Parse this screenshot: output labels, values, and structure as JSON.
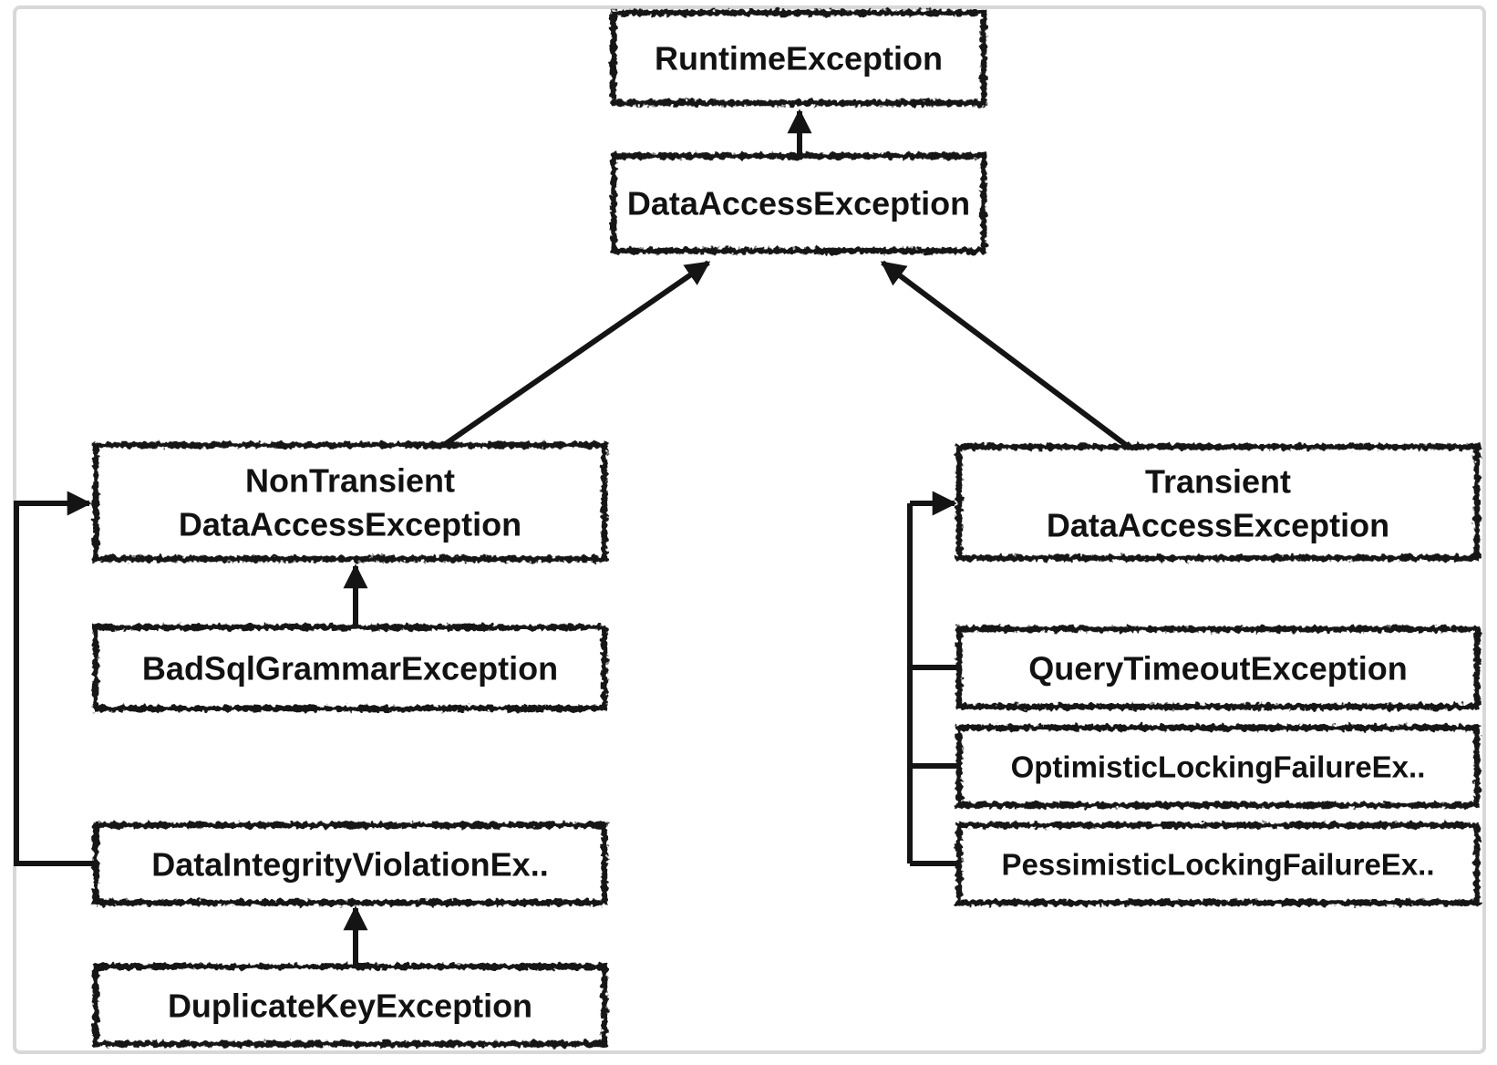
{
  "diagram": {
    "type": "class-inheritance-hierarchy",
    "nodes": {
      "runtime": {
        "label": "RuntimeException"
      },
      "data_access": {
        "label": "DataAccessException"
      },
      "non_transient": {
        "line1": "NonTransient",
        "line2": "DataAccessException"
      },
      "bad_sql": {
        "label": "BadSqlGrammarException"
      },
      "data_integrity": {
        "label": "DataIntegrityViolationEx.."
      },
      "duplicate_key": {
        "label": "DuplicateKeyException"
      },
      "transient": {
        "line1": "Transient",
        "line2": "DataAccessException"
      },
      "query_timeout": {
        "label": "QueryTimeoutException"
      },
      "optimistic_locking": {
        "label": "OptimisticLockingFailureEx.."
      },
      "pessimistic_locking": {
        "label": "PessimisticLockingFailureEx.."
      }
    },
    "edges": [
      {
        "from": "DataAccessException",
        "to": "RuntimeException",
        "type": "extends"
      },
      {
        "from": "NonTransient DataAccessException",
        "to": "DataAccessException",
        "type": "extends"
      },
      {
        "from": "Transient DataAccessException",
        "to": "DataAccessException",
        "type": "extends"
      },
      {
        "from": "BadSqlGrammarException",
        "to": "NonTransient DataAccessException",
        "type": "extends"
      },
      {
        "from": "DataIntegrityViolationEx..",
        "to": "NonTransient DataAccessException",
        "type": "extends"
      },
      {
        "from": "DuplicateKeyException",
        "to": "DataIntegrityViolationEx..",
        "type": "extends"
      },
      {
        "from": "QueryTimeoutException",
        "to": "Transient DataAccessException",
        "type": "extends"
      },
      {
        "from": "OptimisticLockingFailureEx..",
        "to": "Transient DataAccessException",
        "type": "extends"
      },
      {
        "from": "PessimisticLockingFailureEx..",
        "to": "Transient DataAccessException",
        "type": "extends"
      }
    ],
    "colors": {
      "ink": "#141414",
      "text": "#121212",
      "node_fill": "#ffffff",
      "frame_border": "#d8d8d8",
      "background": "#ffffff"
    }
  }
}
